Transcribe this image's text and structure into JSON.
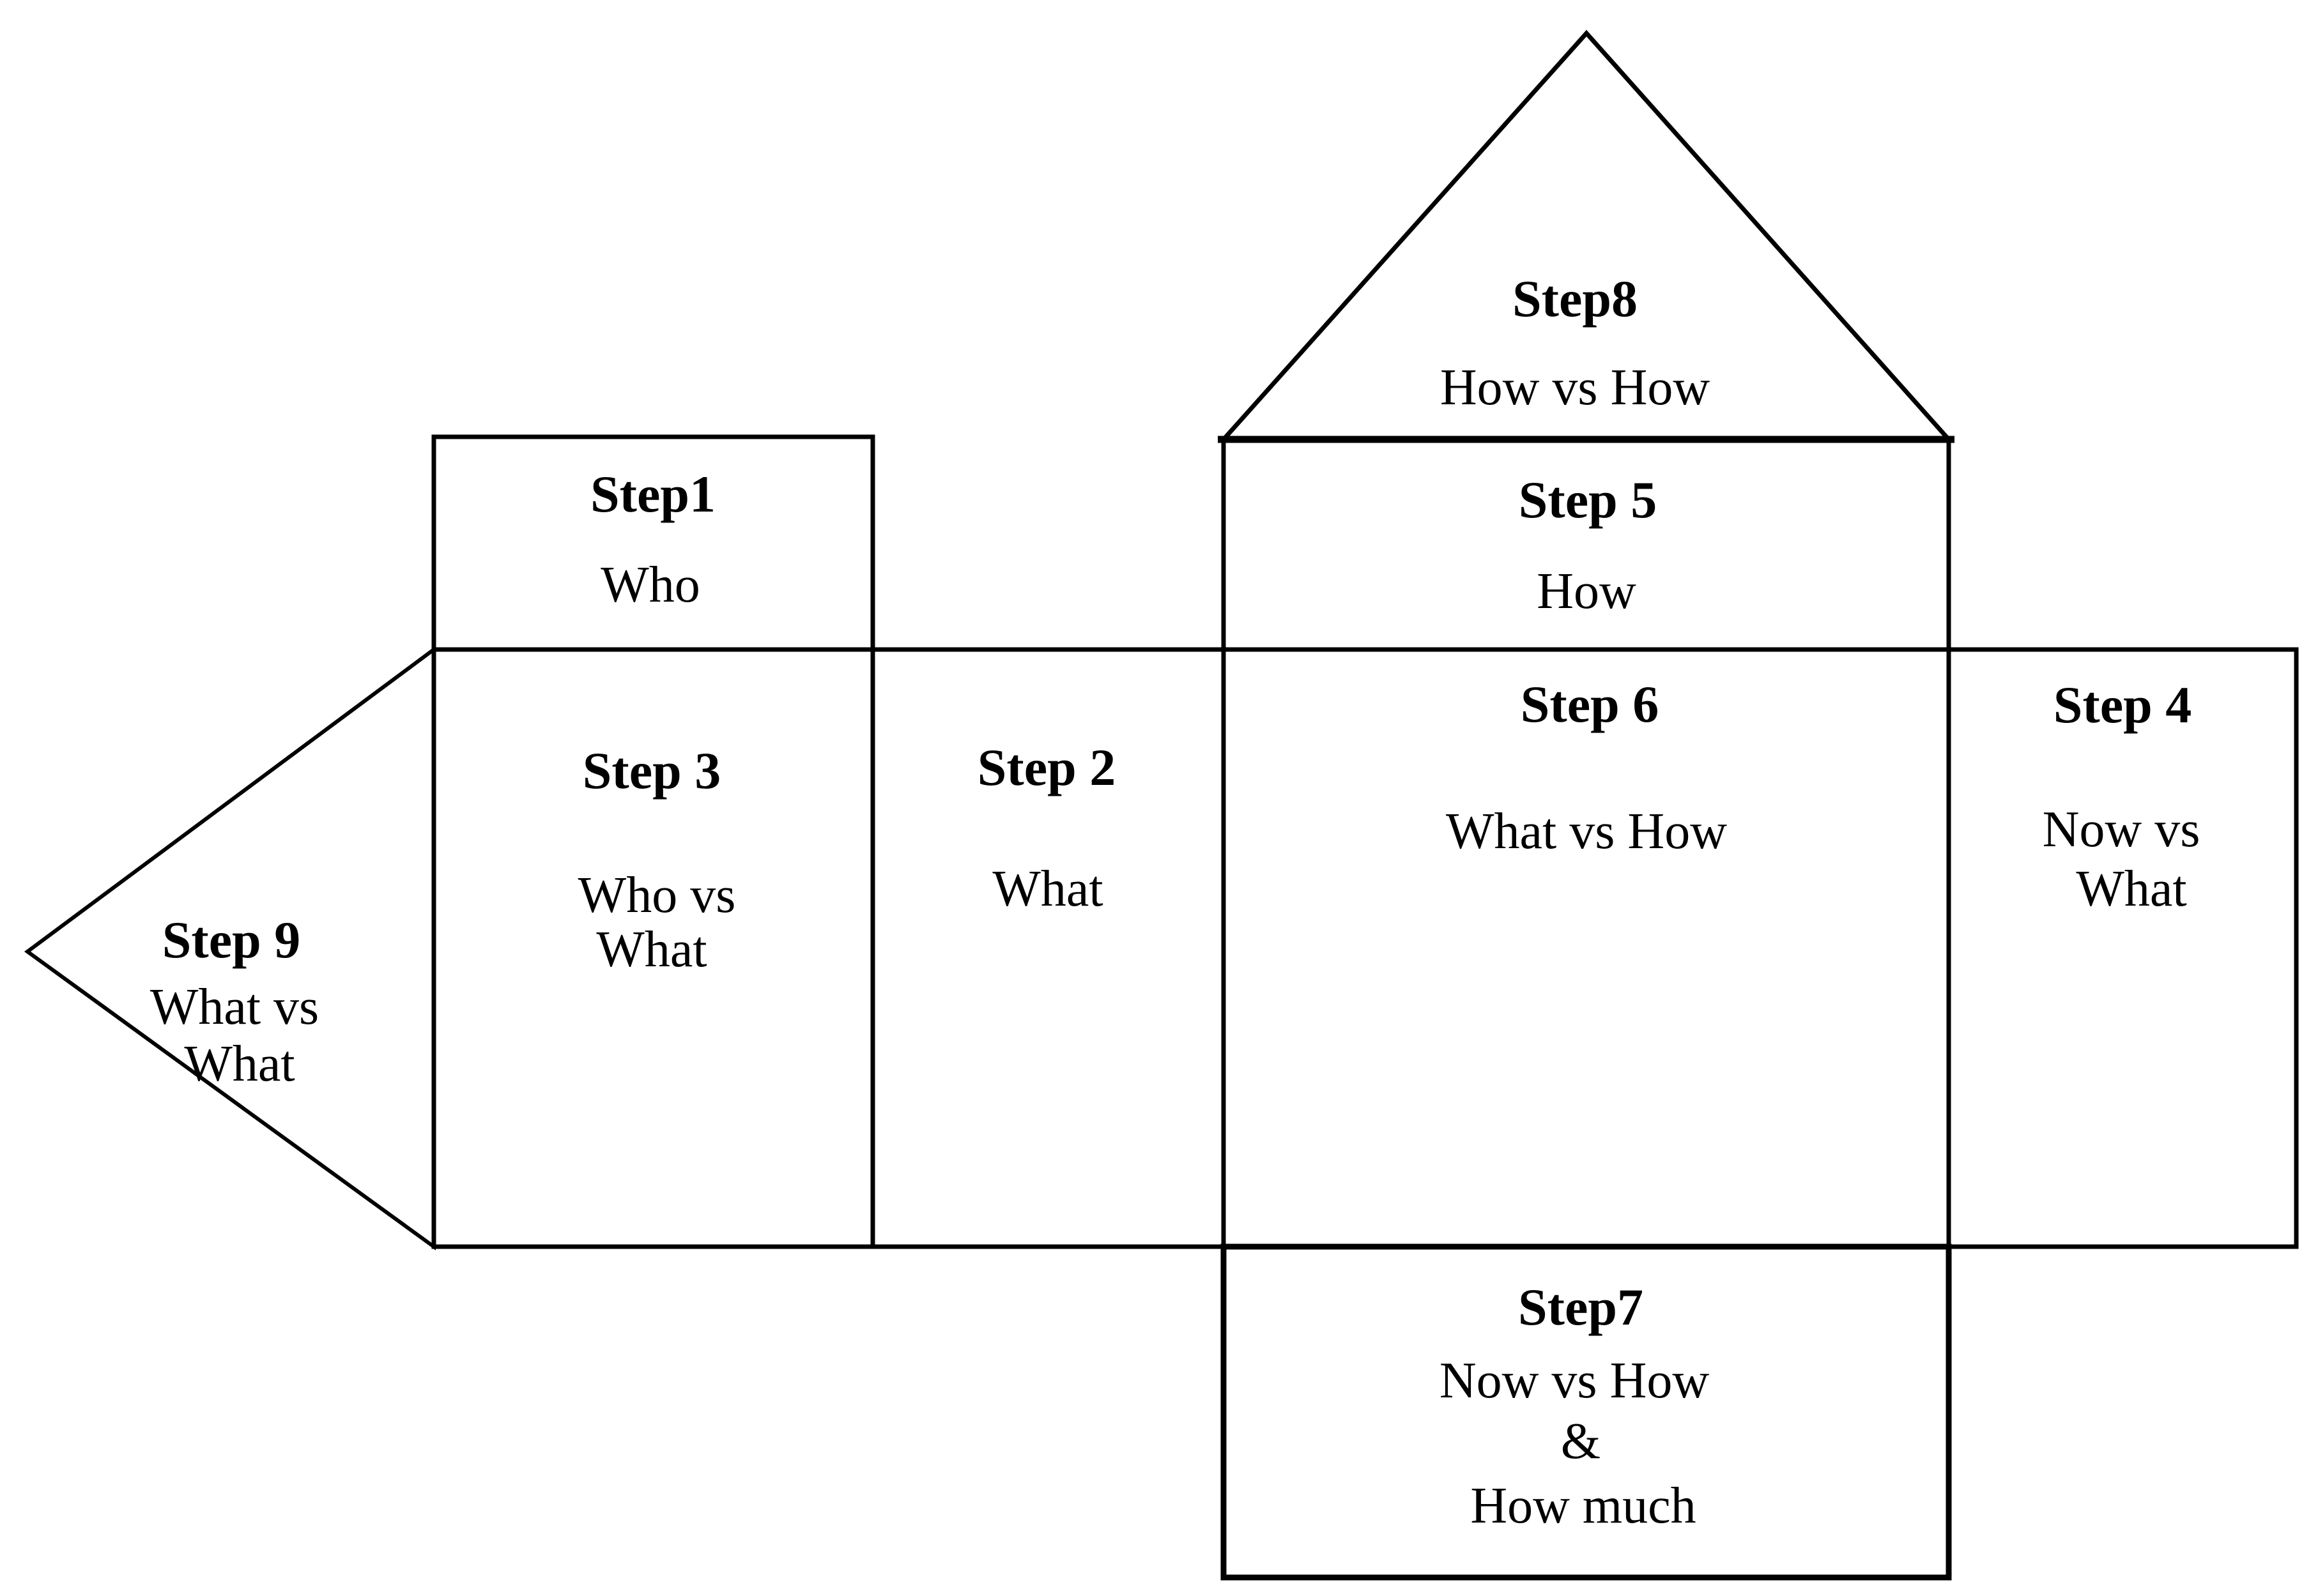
{
  "diagram": {
    "description": "Nine-step house/arrow diagram",
    "colors": {
      "background": "#ffffff",
      "line": "#000000",
      "text": "#000000"
    },
    "sections": {
      "step8": {
        "title": "Step8",
        "lines": [
          "How vs How"
        ]
      },
      "step5": {
        "title": "Step 5",
        "lines": [
          "How"
        ]
      },
      "step1": {
        "title": "Step1",
        "lines": [
          "Who"
        ]
      },
      "step3": {
        "title": "Step 3",
        "lines": [
          "Who vs",
          "What"
        ]
      },
      "step2": {
        "title": "Step 2",
        "lines": [
          "What"
        ]
      },
      "step6": {
        "title": "Step 6",
        "lines": [
          "What vs How"
        ]
      },
      "step4": {
        "title": "Step 4",
        "lines": [
          "Now vs",
          "What"
        ]
      },
      "step9": {
        "title": "Step 9",
        "lines": [
          "What vs",
          "What"
        ]
      },
      "step7": {
        "title": "Step7",
        "lines": [
          "Now vs How",
          "&",
          "How much"
        ]
      }
    }
  }
}
